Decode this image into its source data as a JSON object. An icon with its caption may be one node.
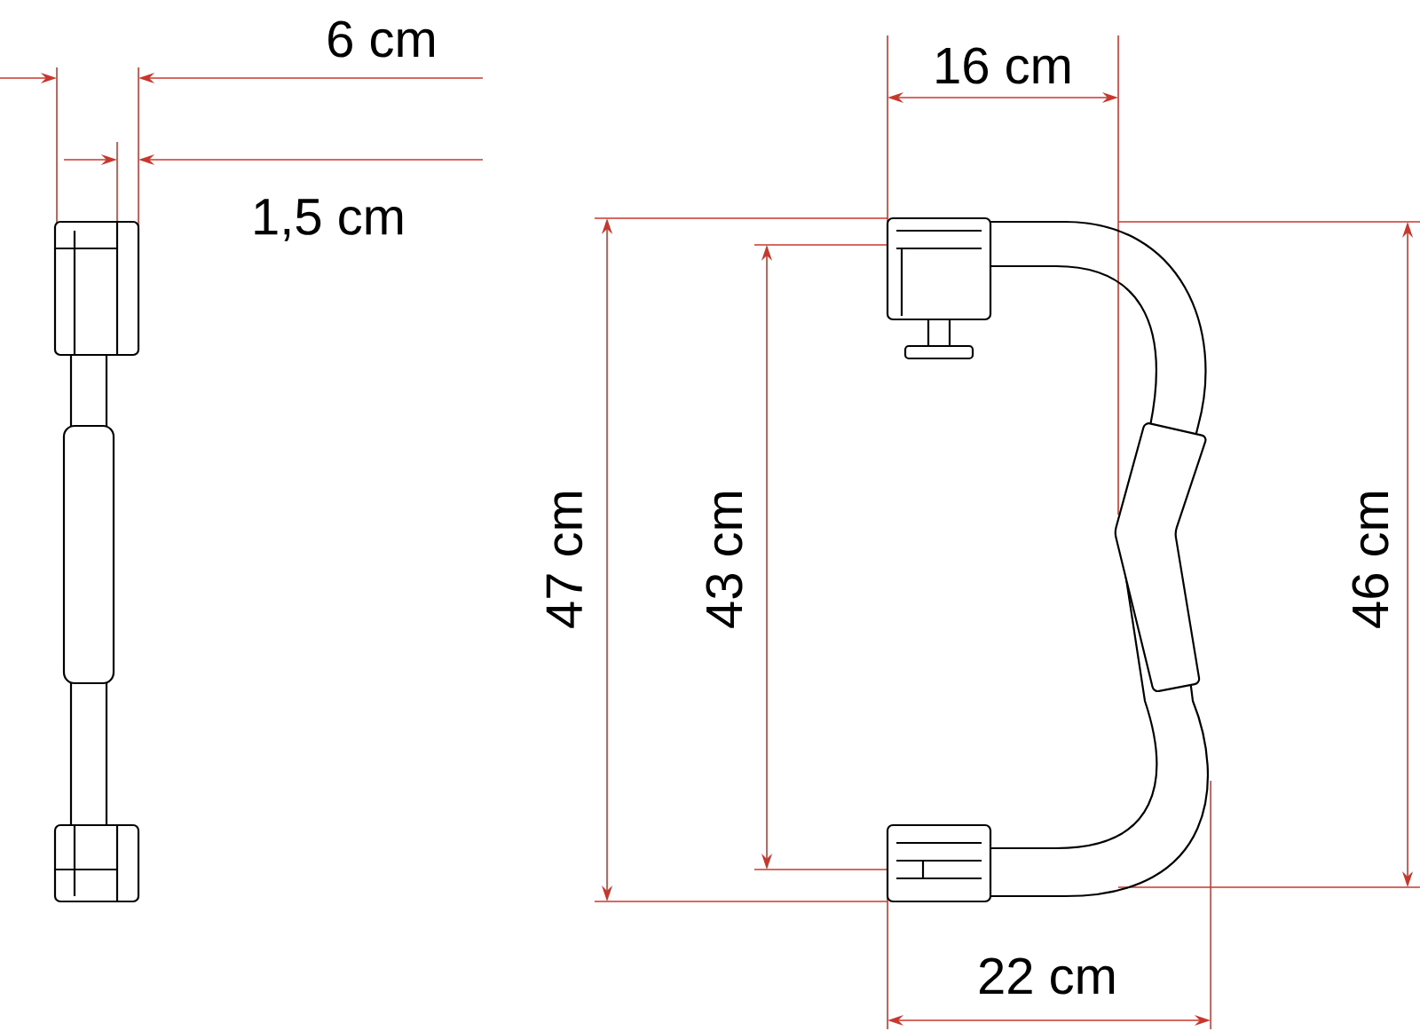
{
  "diagram": {
    "labels": [
      "6 cm",
      "1,5 cm",
      "16 cm",
      "47 cm",
      "43 cm",
      "46 cm",
      "22 cm"
    ]
  }
}
